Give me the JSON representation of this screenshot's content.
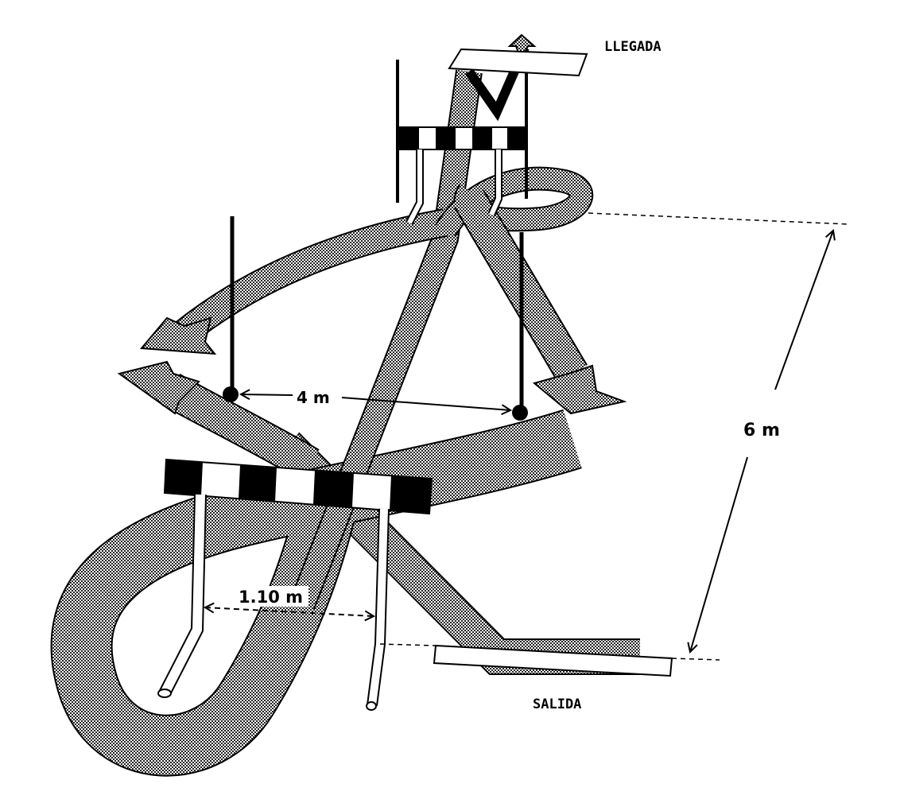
{
  "labels": {
    "finish": "LLEGADA",
    "start": "SALIDA",
    "pole_spacing": "4 m",
    "course_length": "6 m",
    "hurdle_width": "1.10 m"
  },
  "colors": {
    "ink": "#000000",
    "paper": "#ffffff",
    "pattern_dark": "#222222"
  }
}
